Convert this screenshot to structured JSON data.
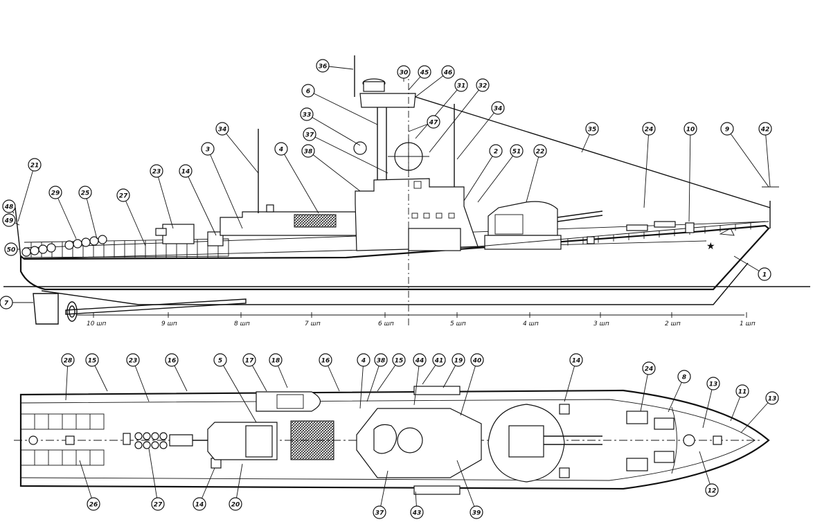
{
  "frame_labels": [
    "10 шп",
    "9 шп",
    "8 шп",
    "7 шп",
    "6 шп",
    "5 шп",
    "4 шп",
    "3 шп",
    "2 шп",
    "1 шп"
  ],
  "profile_callouts": [
    "36",
    "30",
    "45",
    "46",
    "6",
    "31",
    "32",
    "33",
    "47",
    "34",
    "37",
    "38",
    "2",
    "51",
    "22",
    "35",
    "24",
    "10",
    "9",
    "42",
    "21",
    "23",
    "14",
    "3",
    "4",
    "34",
    "48",
    "49",
    "50",
    "29",
    "25",
    "27",
    "1",
    "7"
  ],
  "plan_callouts": [
    "28",
    "15",
    "23",
    "16",
    "5",
    "17",
    "18",
    "16",
    "4",
    "38",
    "15",
    "44",
    "41",
    "19",
    "40",
    "14",
    "24",
    "8",
    "13",
    "11",
    "13",
    "26",
    "27",
    "14",
    "20",
    "37",
    "43",
    "39",
    "12"
  ]
}
